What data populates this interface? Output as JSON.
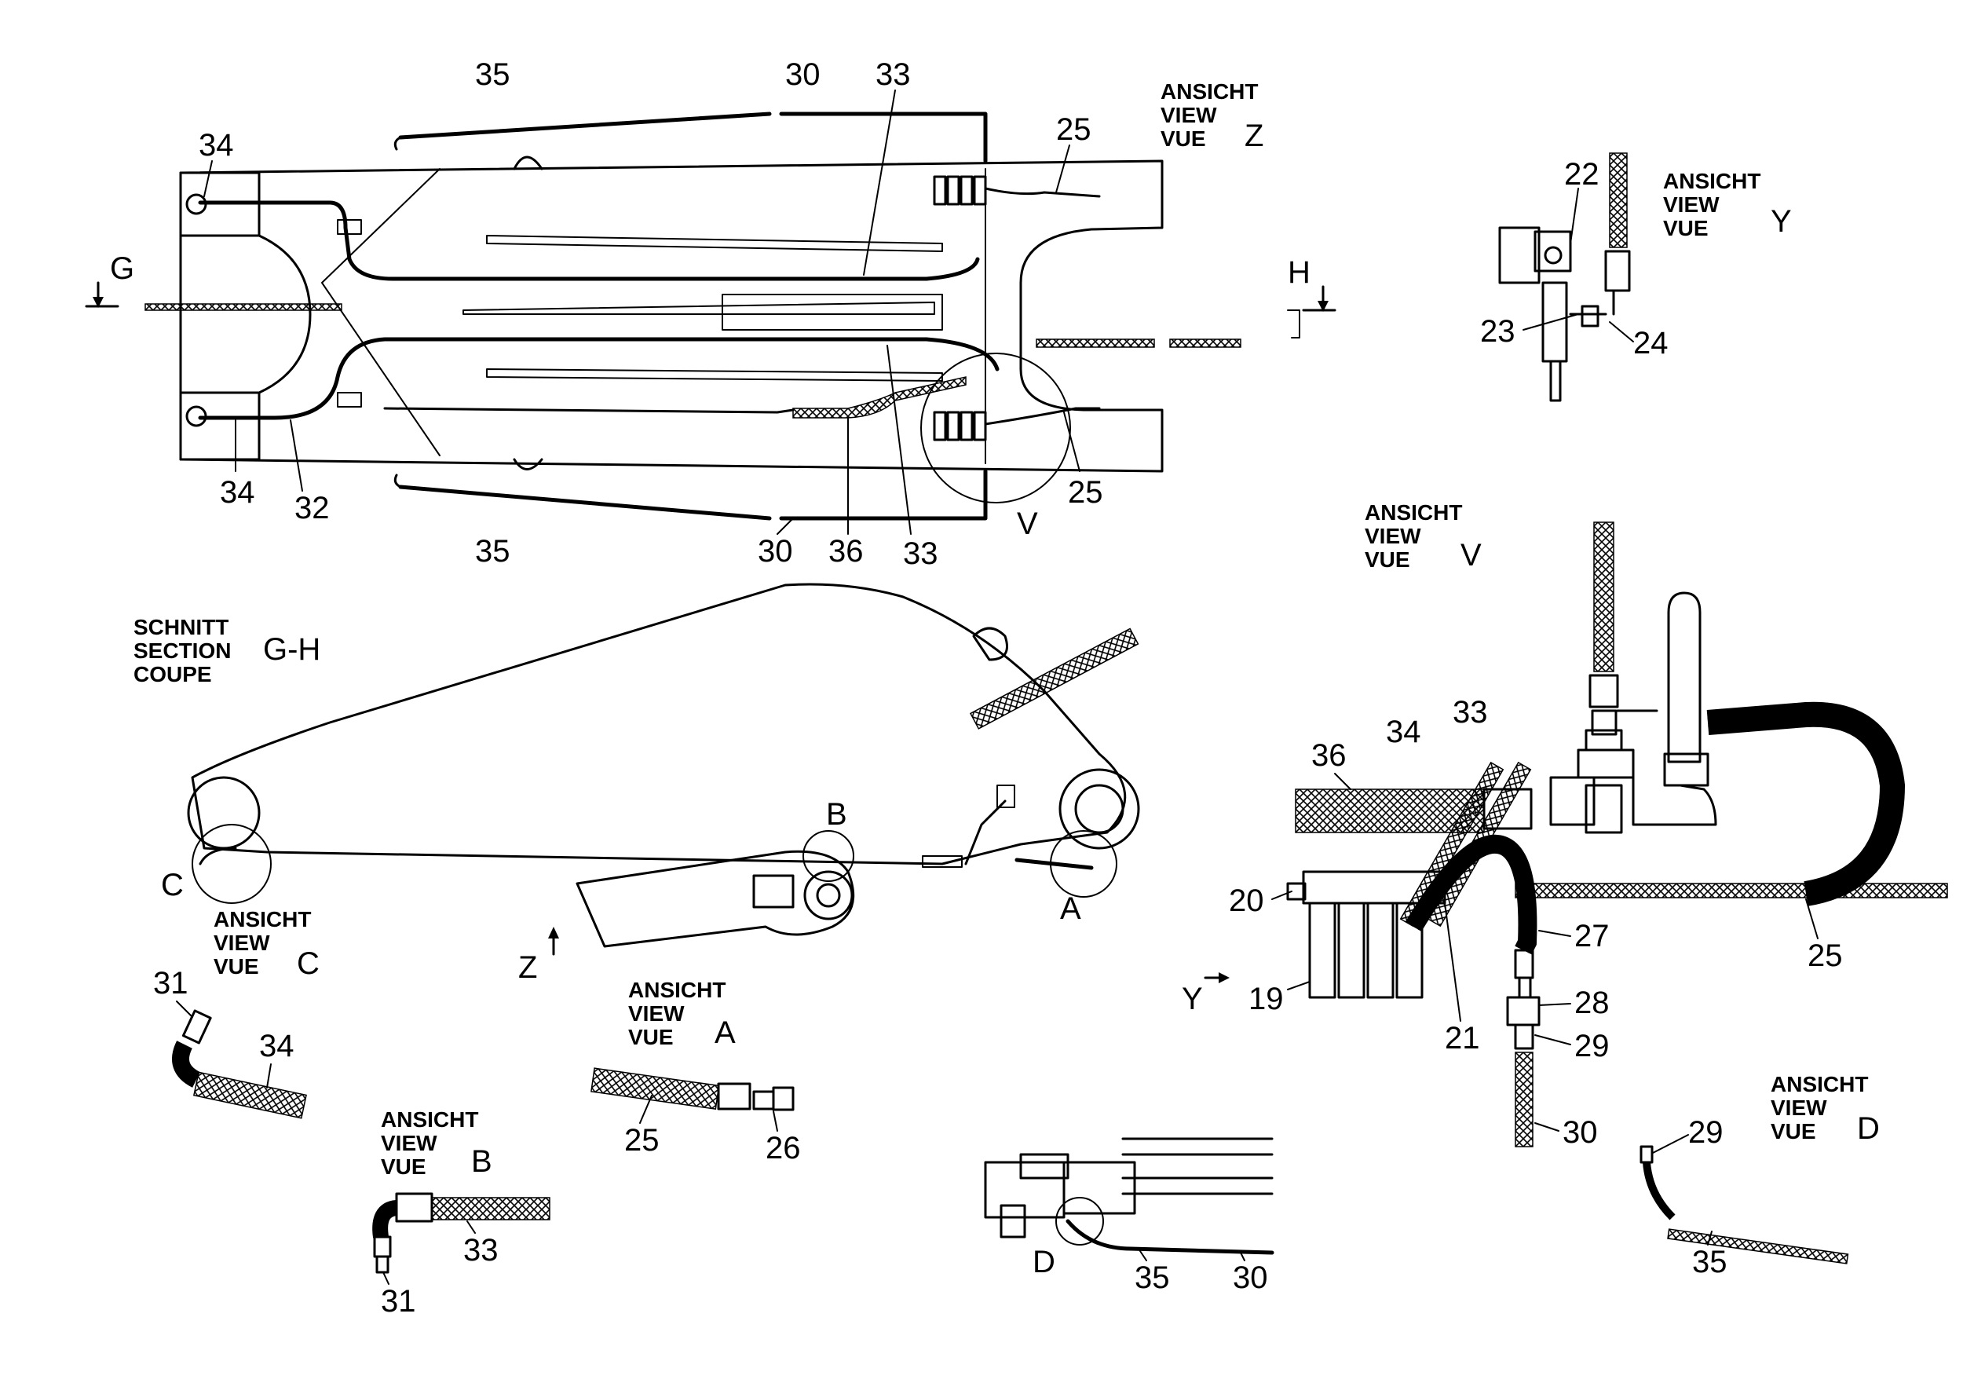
{
  "views": {
    "z": {
      "l1": "ANSICHT",
      "l2": "VIEW",
      "l3": "VUE",
      "letter": "Z"
    },
    "y": {
      "l1": "ANSICHT",
      "l2": "VIEW",
      "l3": "VUE",
      "letter": "Y"
    },
    "v": {
      "l1": "ANSICHT",
      "l2": "VIEW",
      "l3": "VUE",
      "letter": "V"
    },
    "gh": {
      "l1": "SCHNITT",
      "l2": "SECTION",
      "l3": "COUPE",
      "letter": "G-H"
    },
    "c": {
      "l1": "ANSICHT",
      "l2": "VIEW",
      "l3": "VUE",
      "letter": "C"
    },
    "a": {
      "l1": "ANSICHT",
      "l2": "VIEW",
      "l3": "VUE",
      "letter": "A"
    },
    "b": {
      "l1": "ANSICHT",
      "l2": "VIEW",
      "l3": "VUE",
      "letter": "B"
    },
    "d": {
      "l1": "ANSICHT",
      "l2": "VIEW",
      "l3": "VUE",
      "letter": "D"
    }
  },
  "markers": {
    "G": "G",
    "H": "H",
    "V": "V",
    "B": "B",
    "C": "C",
    "A": "A",
    "Z": "Z",
    "Y": "Y",
    "D": "D"
  },
  "parts": {
    "p19": "19",
    "p20": "20",
    "p21": "21",
    "p22": "22",
    "p23": "23",
    "p24": "24",
    "p25": "25",
    "p26": "26",
    "p27": "27",
    "p28": "28",
    "p29": "29",
    "p30": "30",
    "p31": "31",
    "p32": "32",
    "p33": "33",
    "p34": "34",
    "p35": "35",
    "p36": "36"
  }
}
